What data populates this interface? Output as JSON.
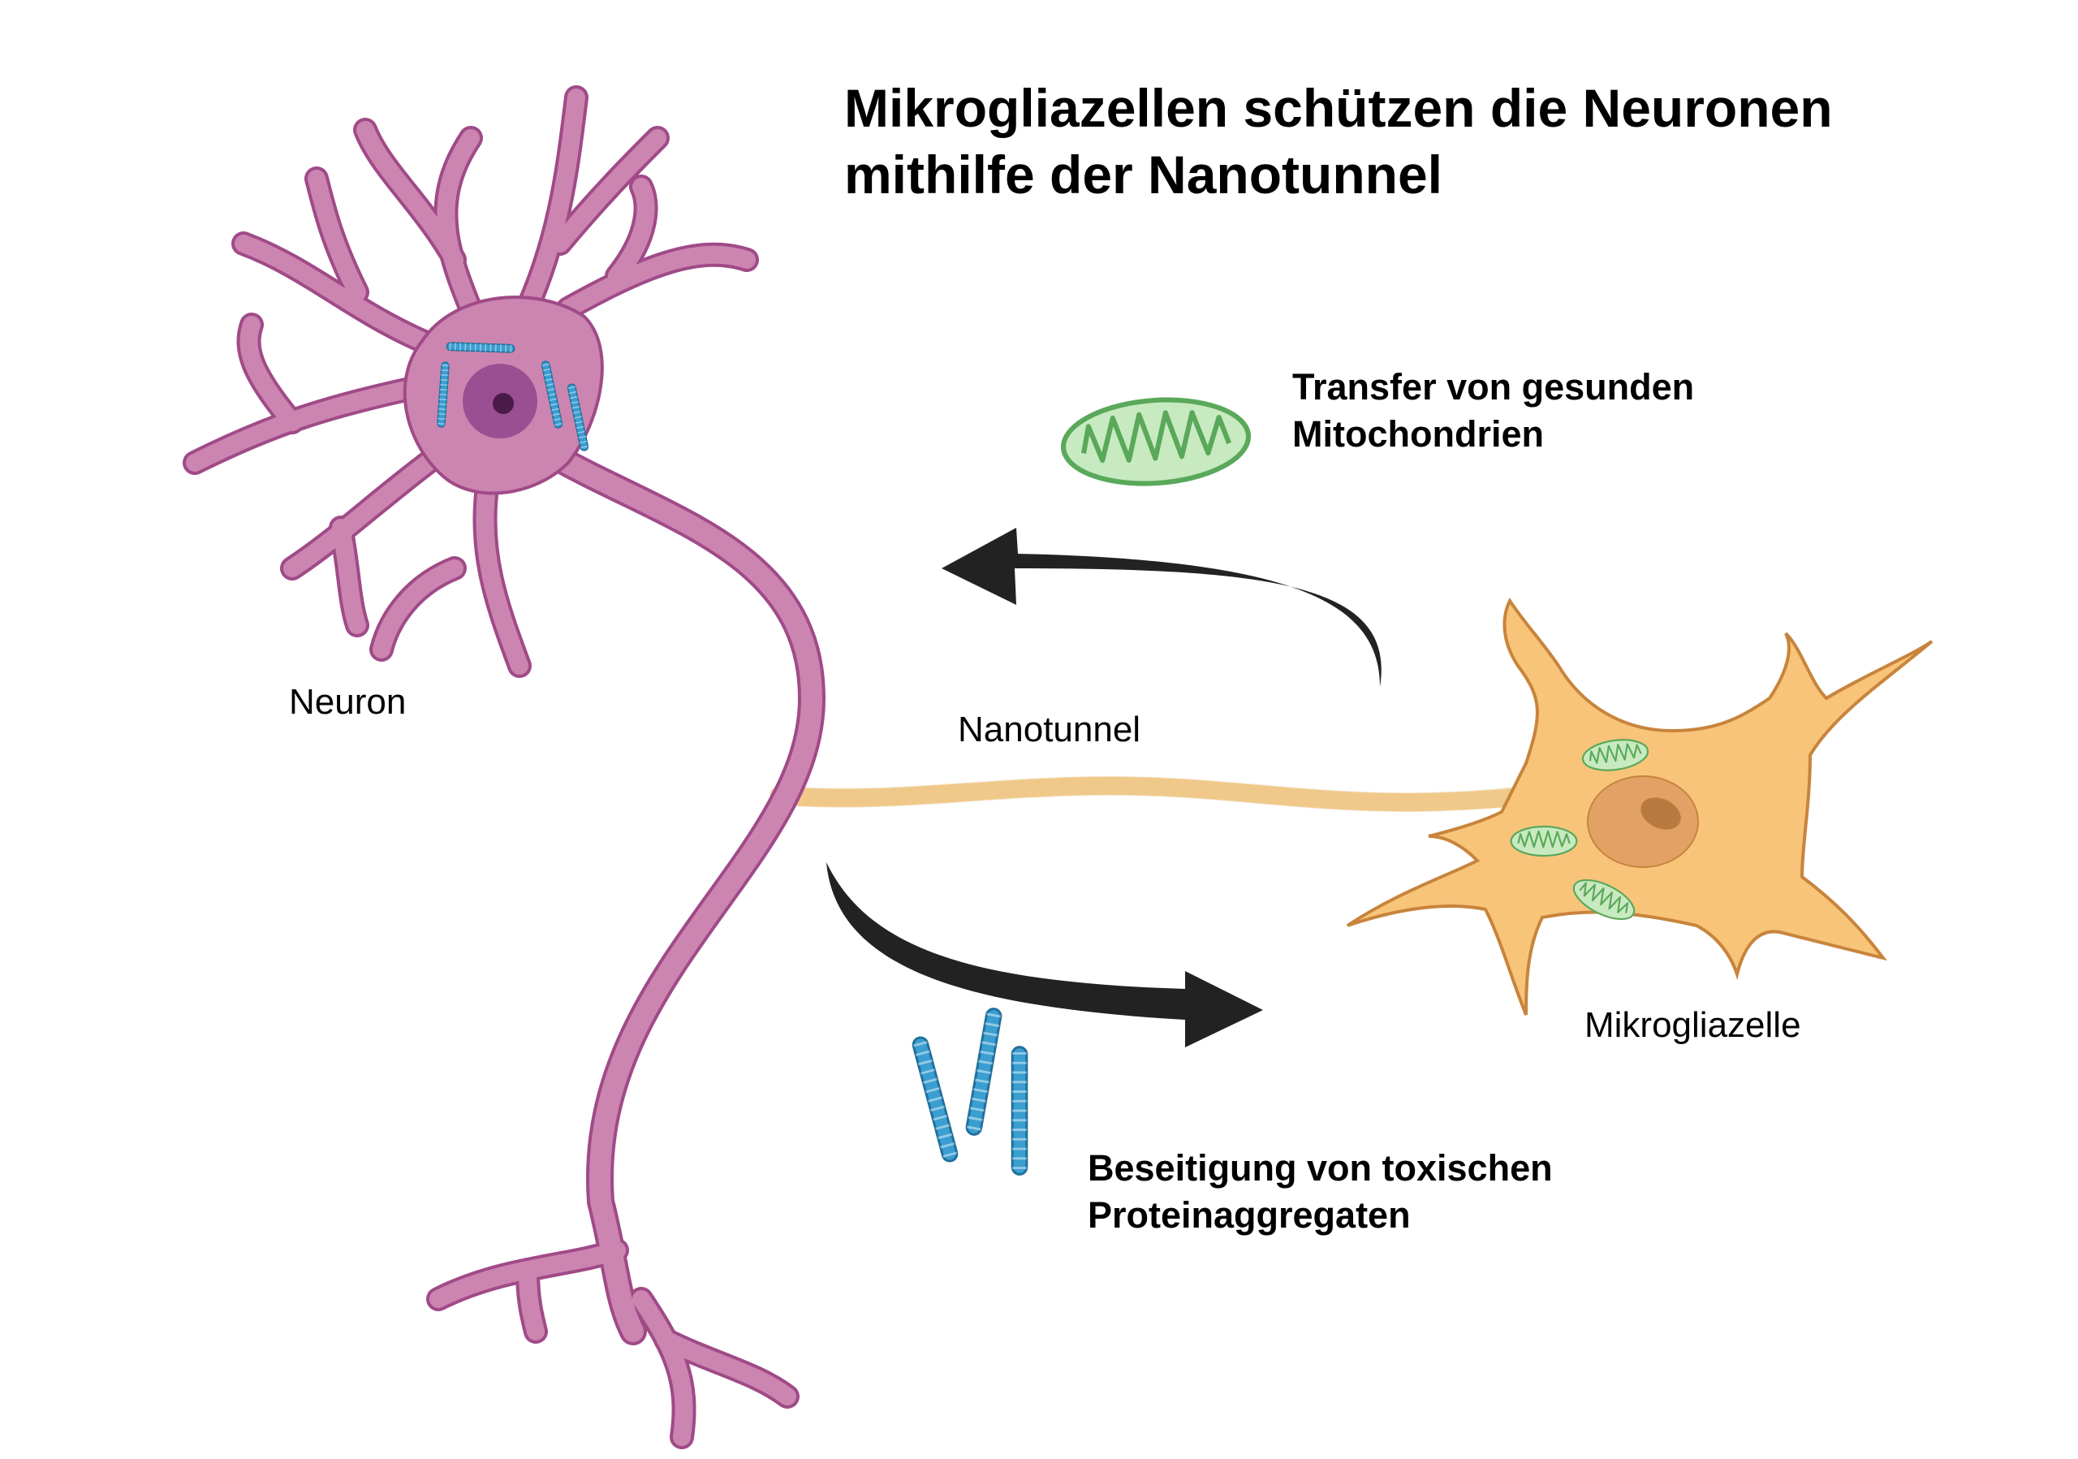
{
  "title": {
    "line1": "Mikrogliazellen schützen die Neuronen",
    "line2": "mithilfe der Nanotunnel"
  },
  "labels": {
    "neuron": "Neuron",
    "nanotunnel": "Nanotunnel",
    "microglia": "Mikrogliazelle",
    "transfer_line1": "Transfer von gesunden",
    "transfer_line2": "Mitochondrien",
    "removal_line1": "Beseitigung von toxischen",
    "removal_line2": "Proteinaggregaten"
  },
  "colors": {
    "neuron_fill": "#cc85b0",
    "neuron_stroke": "#a04a88",
    "neuron_nucleus": "#9a4f92",
    "neuron_nucleolus": "#4a1a48",
    "microglia_fill": "#f7c47a",
    "microglia_stroke": "#c8843c",
    "microglia_nucleus": "#e2a266",
    "microglia_nucleolus": "#b87a3e",
    "nanotunnel": "#f7d49a",
    "mitochondria_fill": "#c8eac0",
    "mitochondria_stroke": "#5aa85a",
    "protein_aggregate": "#3a9ed0",
    "arrow": "#222222"
  }
}
